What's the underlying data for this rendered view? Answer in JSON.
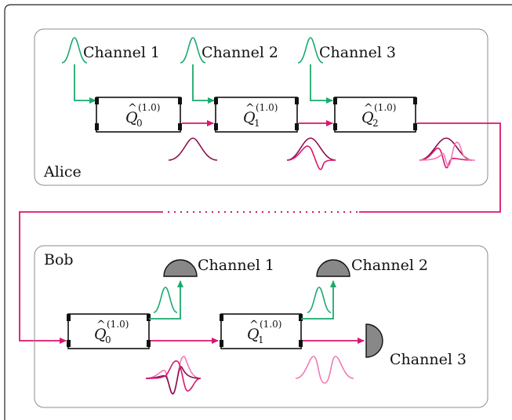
{
  "colors": {
    "green": "#1aaa6e",
    "magenta": "#d9166f",
    "dark_magenta": "#8a0e4e",
    "pink": "#f07ab4",
    "detector": "#888888",
    "panel_border": "#8c8c8c"
  },
  "alice": {
    "label": "Alice",
    "channels": [
      "Channel 1",
      "Channel 2",
      "Channel 3"
    ],
    "boxes": [
      {
        "op": "Q",
        "sub": "0",
        "sup": "(1.0)"
      },
      {
        "op": "Q",
        "sub": "1",
        "sup": "(1.0)"
      },
      {
        "op": "Q",
        "sub": "2",
        "sup": "(1.0)"
      }
    ]
  },
  "bob": {
    "label": "Bob",
    "channels": [
      "Channel 1",
      "Channel 2",
      "Channel 3"
    ],
    "boxes": [
      {
        "op": "Q",
        "sub": "0",
        "sup": "(1.0)"
      },
      {
        "op": "Q",
        "sub": "1",
        "sup": "(1.0)"
      }
    ]
  },
  "hat_symbol": "^"
}
